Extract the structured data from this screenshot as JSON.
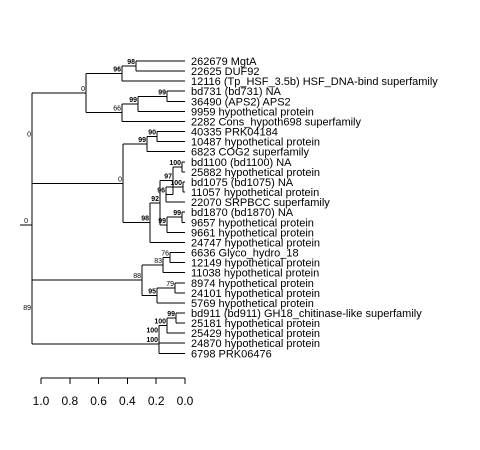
{
  "tree": {
    "leaves": [
      {
        "id": "262679",
        "label": "262679 MgtA"
      },
      {
        "id": "22625",
        "label": "22625 DUF92"
      },
      {
        "id": "12116",
        "label": "12116 (Tp_HSF_3.5b) HSF_DNA-bind superfamily"
      },
      {
        "id": "bd731",
        "label": "bd731 (bd731) NA"
      },
      {
        "id": "36490",
        "label": "36490 (APS2) APS2"
      },
      {
        "id": "9959",
        "label": "9959 hypothetical protein"
      },
      {
        "id": "2282",
        "label": "2282 Cons_hypoth698 superfamily"
      },
      {
        "id": "40335",
        "label": "40335 PRK04184"
      },
      {
        "id": "10487",
        "label": "10487 hypothetical protein"
      },
      {
        "id": "6823",
        "label": "6823 COG2 superfamily"
      },
      {
        "id": "bd1100",
        "label": "bd1100 (bd1100) NA"
      },
      {
        "id": "25882",
        "label": "25882 hypothetical protein"
      },
      {
        "id": "bd1075",
        "label": "bd1075 (bd1075) NA"
      },
      {
        "id": "11057",
        "label": "11057 hypothetical protein"
      },
      {
        "id": "22070",
        "label": "22070 SRPBCC superfamily"
      },
      {
        "id": "bd1870",
        "label": "bd1870 (bd1870) NA"
      },
      {
        "id": "9657",
        "label": "9657 hypothetical protein"
      },
      {
        "id": "9661",
        "label": "9661 hypothetical protein"
      },
      {
        "id": "24747",
        "label": "24747 hypothetical protein"
      },
      {
        "id": "6636",
        "label": "6636 Glyco_hydro_18"
      },
      {
        "id": "12149",
        "label": "12149 hypothetical protein"
      },
      {
        "id": "11038",
        "label": "11038 hypothetical protein"
      },
      {
        "id": "8974",
        "label": "8974 hypothetical protein"
      },
      {
        "id": "24101",
        "label": "24101 hypothetical protein"
      },
      {
        "id": "5769",
        "label": "5769 hypothetical protein"
      },
      {
        "id": "bd911",
        "label": "bd911 (bd911) GH18_chitinase-like superfamily"
      },
      {
        "id": "25181",
        "label": "25181 hypothetical protein"
      },
      {
        "id": "25429",
        "label": "25429 hypothetical protein"
      },
      {
        "id": "24870",
        "label": "24870 hypothetical protein"
      },
      {
        "id": "6798",
        "label": "6798 PRK06476"
      }
    ],
    "bootstrap": [
      {
        "node": "n1",
        "value": "98",
        "bold": true
      },
      {
        "node": "n2",
        "value": "96",
        "bold": true
      },
      {
        "node": "n3",
        "value": "99",
        "bold": true
      },
      {
        "node": "n4",
        "value": "99",
        "bold": true
      },
      {
        "node": "n5",
        "value": "66",
        "bold": false
      },
      {
        "node": "n6",
        "value": "0",
        "bold": false
      },
      {
        "node": "n7",
        "value": "90",
        "bold": true
      },
      {
        "node": "n8",
        "value": "99",
        "bold": true
      },
      {
        "node": "n9",
        "value": "0",
        "bold": false
      },
      {
        "node": "n10",
        "value": "100",
        "bold": true
      },
      {
        "node": "n11",
        "value": "97",
        "bold": true
      },
      {
        "node": "n12",
        "value": "100",
        "bold": true
      },
      {
        "node": "n13",
        "value": "96",
        "bold": true
      },
      {
        "node": "n14",
        "value": "92",
        "bold": true
      },
      {
        "node": "n15",
        "value": "99",
        "bold": true
      },
      {
        "node": "n16",
        "value": "99",
        "bold": true
      },
      {
        "node": "n17",
        "value": "98",
        "bold": true
      },
      {
        "node": "n18",
        "value": "0",
        "bold": false
      },
      {
        "node": "n19",
        "value": "76",
        "bold": false
      },
      {
        "node": "n20",
        "value": "83",
        "bold": false
      },
      {
        "node": "n21",
        "value": "88",
        "bold": false
      },
      {
        "node": "n22",
        "value": "79",
        "bold": false
      },
      {
        "node": "n23",
        "value": "95",
        "bold": true
      },
      {
        "node": "n24",
        "value": "99",
        "bold": true
      },
      {
        "node": "n25",
        "value": "100",
        "bold": true
      },
      {
        "node": "n26",
        "value": "100",
        "bold": true
      },
      {
        "node": "n27",
        "value": "100",
        "bold": true
      },
      {
        "node": "n28",
        "value": "89",
        "bold": false
      }
    ]
  },
  "scale_axis": {
    "ticks": [
      "1.0",
      "0.8",
      "0.6",
      "0.4",
      "0.2",
      "0.0"
    ]
  }
}
